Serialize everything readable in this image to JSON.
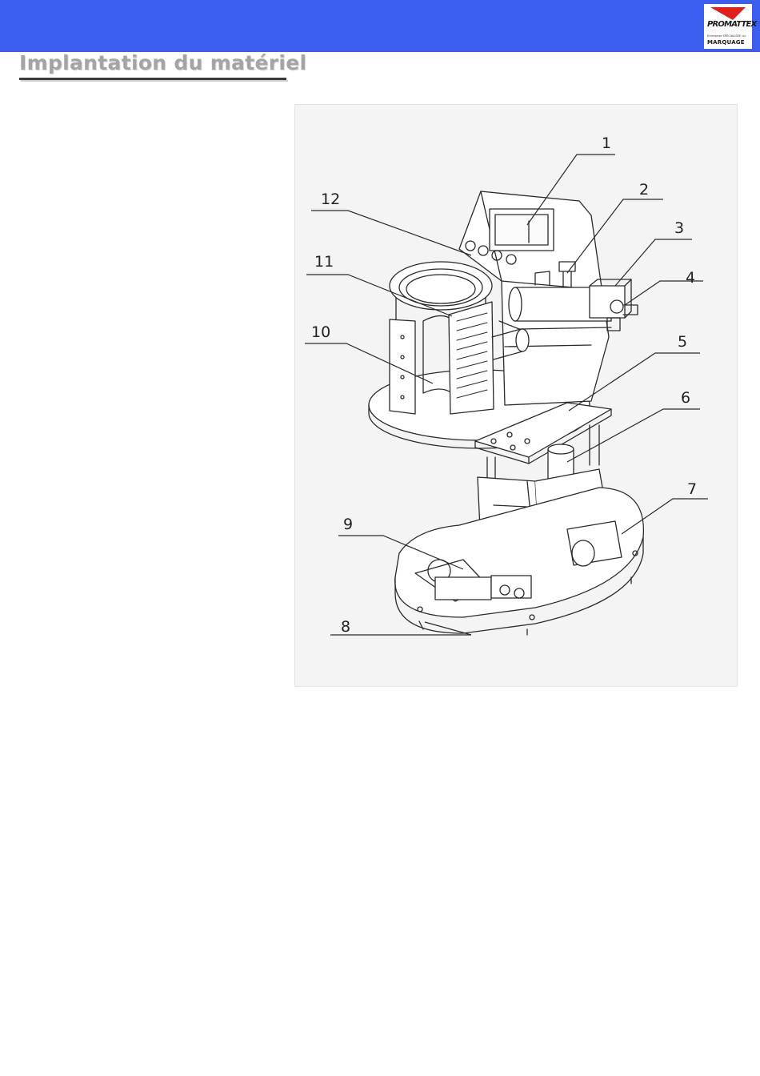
{
  "header": {
    "background_color": "#3b5ef0",
    "logo": {
      "brand": "PROMATTEX",
      "tagline": "Entreprise SPÉCIALISÉE du",
      "word": "MARQUAGE",
      "accent_color": "#e0201a"
    }
  },
  "page": {
    "title": "Implantation du matériel"
  },
  "figure": {
    "callouts": [
      "1",
      "2",
      "3",
      "4",
      "5",
      "6",
      "7",
      "8",
      "9",
      "10",
      "11",
      "12"
    ]
  }
}
